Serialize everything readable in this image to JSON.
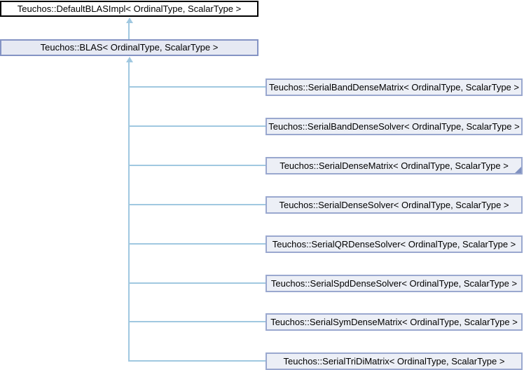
{
  "diagram": {
    "type": "class-inheritance-graph",
    "base_class": {
      "label": "Teuchos::DefaultBLASImpl< OrdinalType, ScalarType >"
    },
    "current_class": {
      "label": "Teuchos::BLAS< OrdinalType, ScalarType >"
    },
    "derived_classes": [
      {
        "label": "Teuchos::SerialBandDenseMatrix< OrdinalType, ScalarType >",
        "truncated": false
      },
      {
        "label": "Teuchos::SerialBandDenseSolver< OrdinalType, ScalarType >",
        "truncated": false
      },
      {
        "label": "Teuchos::SerialDenseMatrix< OrdinalType, ScalarType >",
        "truncated": true
      },
      {
        "label": "Teuchos::SerialDenseSolver< OrdinalType, ScalarType >",
        "truncated": false
      },
      {
        "label": "Teuchos::SerialQRDenseSolver< OrdinalType, ScalarType >",
        "truncated": false
      },
      {
        "label": "Teuchos::SerialSpdDenseSolver< OrdinalType, ScalarType >",
        "truncated": false
      },
      {
        "label": "Teuchos::SerialSymDenseMatrix< OrdinalType, ScalarType >",
        "truncated": false
      },
      {
        "label": "Teuchos::SerialTriDiMatrix< OrdinalType, ScalarType >",
        "truncated": false
      }
    ],
    "colors": {
      "base_border": "#000000",
      "current_border": "#8493c4",
      "current_fill": "#e6e9f3",
      "derived_border": "#9aa8cf",
      "derived_fill": "#eceff6",
      "connector_line": "#a0c8e0",
      "fold_corner": "#8091c0",
      "text": "#000000",
      "background": "#ffffff"
    }
  }
}
